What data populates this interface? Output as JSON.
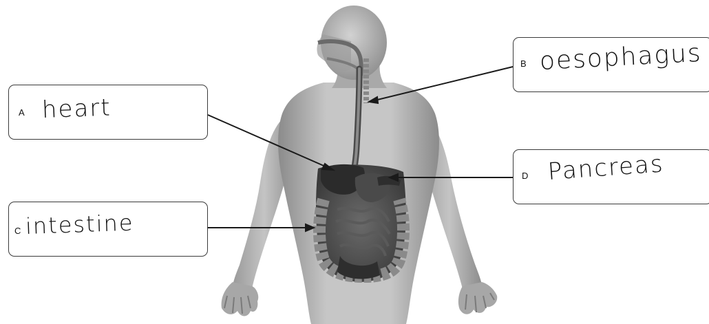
{
  "labels": {
    "a": {
      "letter": "A",
      "answer": "heart"
    },
    "b": {
      "letter": "B",
      "answer": "oesophagus"
    },
    "c": {
      "letter": "C",
      "answer": "intestine"
    },
    "d": {
      "letter": "D",
      "answer": "Pancreas"
    }
  },
  "colors": {
    "body_light": "#c8c8c8",
    "body_mid": "#a3a3a3",
    "body_dark": "#6f6f6f",
    "organ_dark": "#2b2b2b",
    "intestine": "#7c7c7c",
    "line": "#1a1a1a",
    "box_border": "#3a3a3a"
  }
}
